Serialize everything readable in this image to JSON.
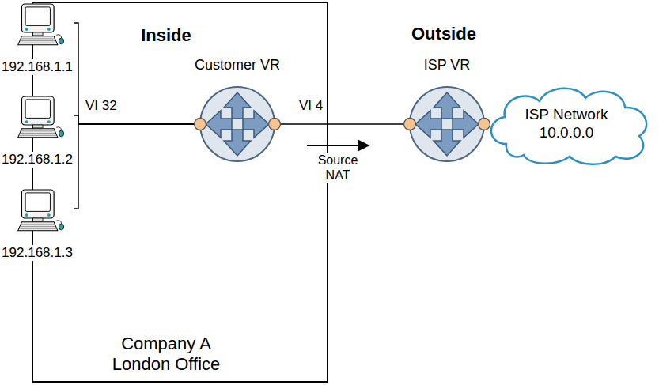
{
  "diagram": {
    "nodes": [
      {
        "text": [
          "Inside",
          "Company A London Office"
        ]
      },
      {
        "text": [
          "192.168.1.1"
        ],
        "in": 0
      },
      {
        "text": [
          "192.168.1.2"
        ],
        "in": 0
      },
      {
        "text": [
          "192.168.1.3"
        ],
        "in": 0
      },
      {
        "text": [
          "Customer VR"
        ],
        "in": 0
      },
      {
        "text": [
          "ISP VR"
        ]
      },
      {
        "text": [
          "ISP Network 10.0.0.0"
        ]
      }
    ],
    "edges": [
      {
        "from": 1,
        "to": 4,
        "arrow": "none"
      },
      {
        "from": 2,
        "to": 4,
        "arrow": "none"
      },
      {
        "from": 3,
        "to": 4,
        "arrow": "none"
      },
      {
        "from": 4,
        "to": 5,
        "arrow": "none"
      }
    ],
    "labels": [
      "Outside",
      "VI 32",
      "VI 4",
      "Source NAT"
    ]
  }
}
